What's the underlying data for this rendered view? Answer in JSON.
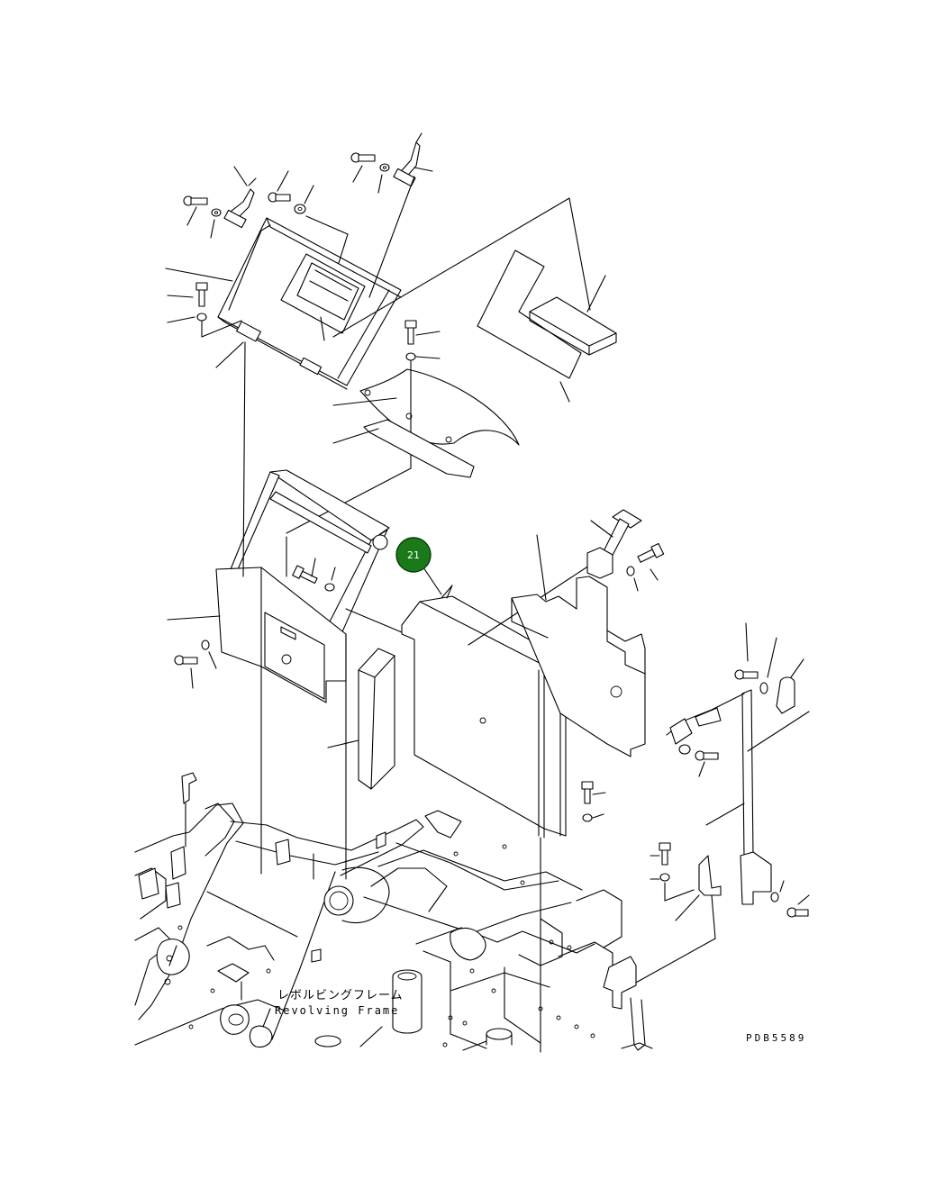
{
  "diagram": {
    "frame_label_jp": "レボルビングフレーム",
    "frame_label_en": "Revolving Frame",
    "drawing_id": "PDB5589",
    "callouts": [
      {
        "number": "21",
        "color": "#1a7a1a"
      }
    ]
  }
}
